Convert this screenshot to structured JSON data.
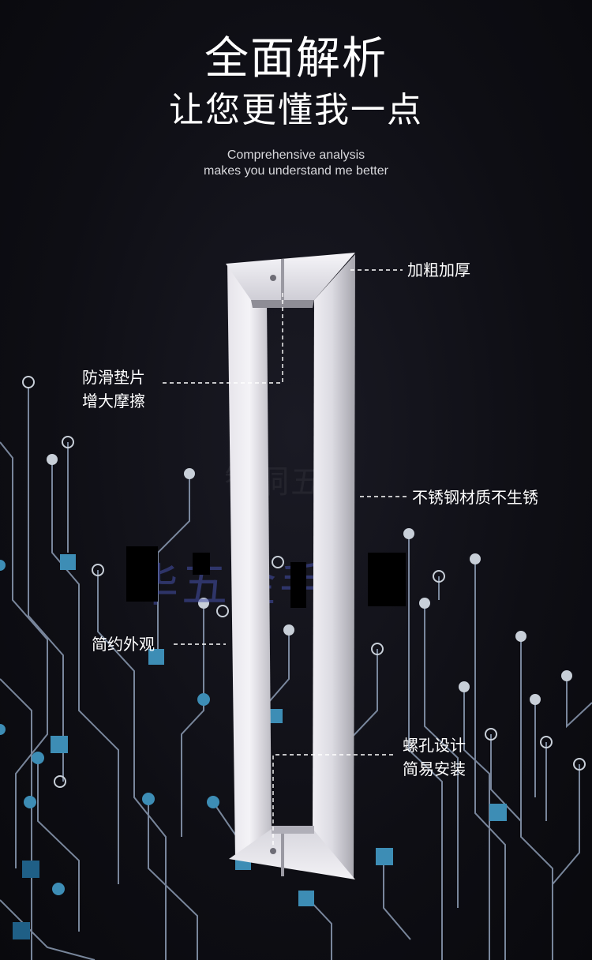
{
  "header": {
    "title": "全面解析",
    "subtitle": "让您更懂我一点",
    "english_line1": "Comprehensive analysis",
    "english_line2": "makes you understand me better"
  },
  "callouts": {
    "thick": "加粗加厚",
    "anti_slip_line1": "防滑垫片",
    "anti_slip_line2": "增大摩擦",
    "stainless": "不锈钢材质不生锈",
    "simple": "简约外观",
    "screw_line1": "螺孔设计",
    "screw_line2": "简易安装"
  },
  "watermarks": {
    "small": "智侗五金",
    "large": "华五金手"
  },
  "colors": {
    "background": "#0e0e14",
    "circuit_line": "#8fa0b8",
    "circuit_node": "#3a7fa6",
    "text": "#ffffff"
  }
}
